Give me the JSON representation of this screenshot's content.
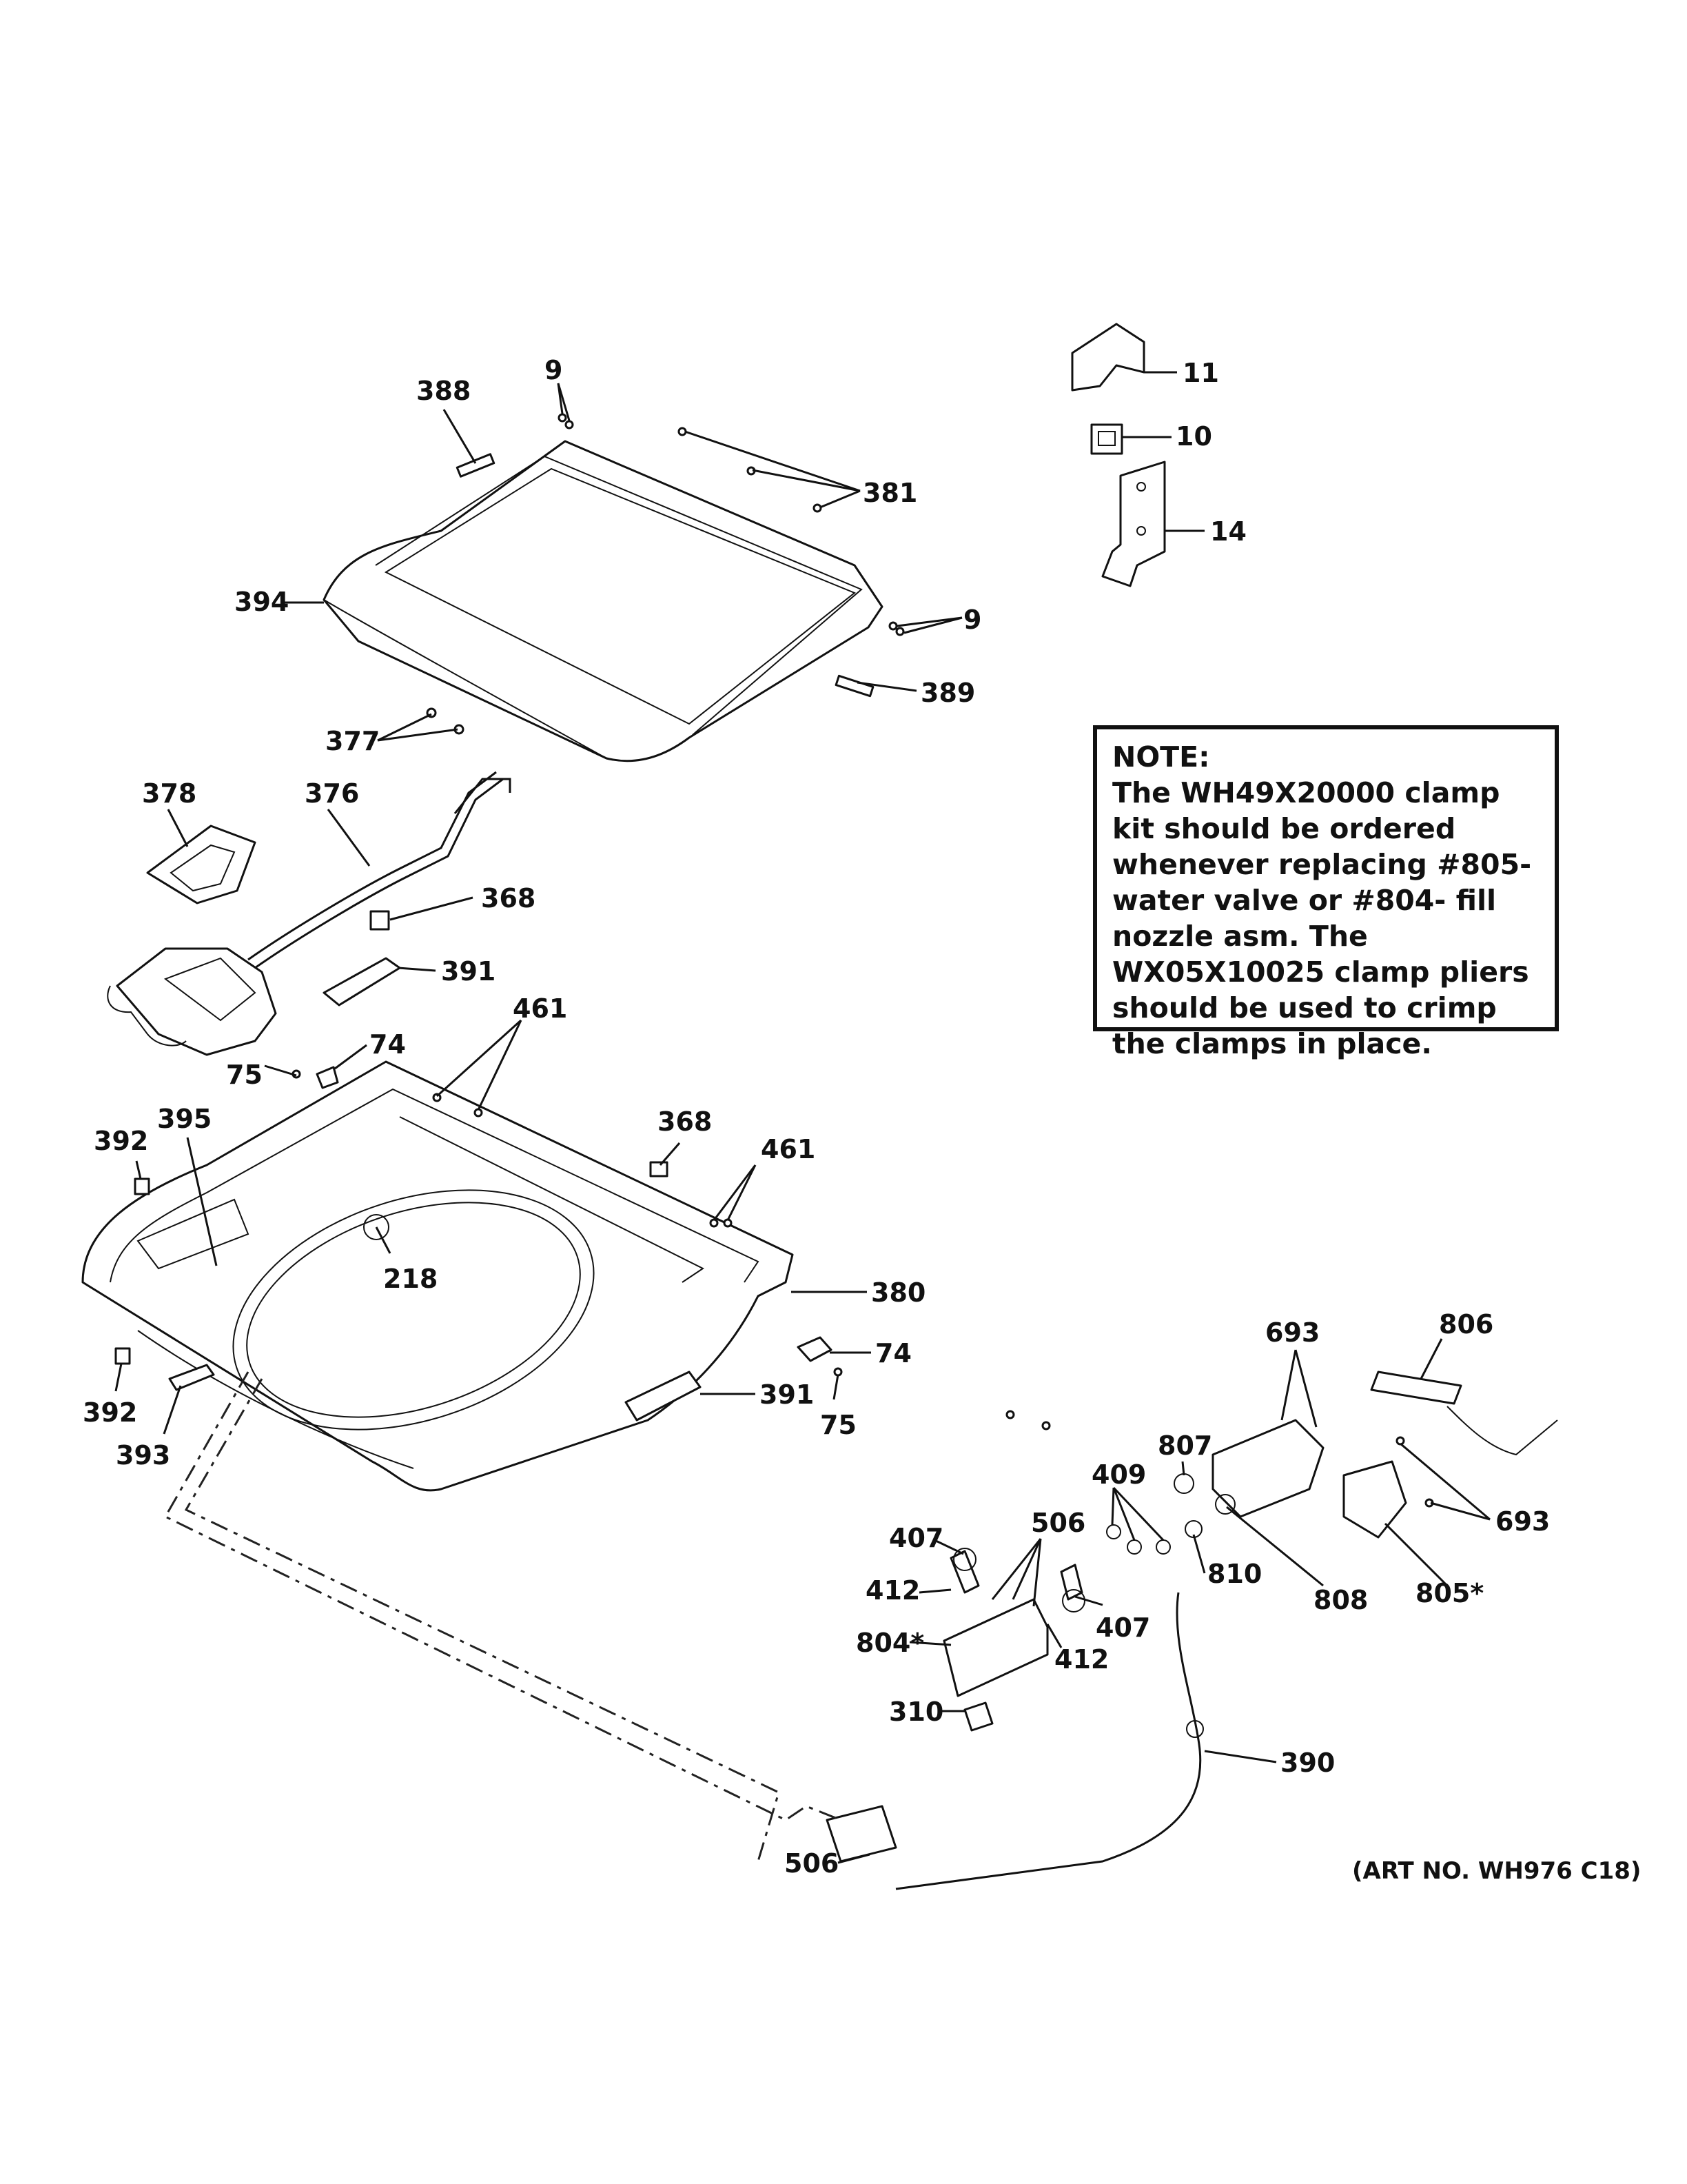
{
  "note": {
    "title": "NOTE:",
    "text": "The WH49X20000 clamp kit should be ordered whenever replacing #805- water valve or #804- fill nozzle asm. The WX05X10025 clamp pliers should be used to crimp the clamps in place."
  },
  "art_number": "(ART NO. WH976 C18)",
  "callouts": {
    "c9a": "9",
    "c388": "388",
    "c381": "381",
    "c394": "394",
    "c9b": "9",
    "c389": "389",
    "c11": "11",
    "c10": "10",
    "c14": "14",
    "c377": "377",
    "c378": "378",
    "c376": "376",
    "c368a": "368",
    "c391a": "391",
    "c461a": "461",
    "c74a": "74",
    "c75a": "75",
    "c392a": "392",
    "c395": "395",
    "c368b": "368",
    "c461b": "461",
    "c218": "218",
    "c380": "380",
    "c74b": "74",
    "c75b": "75",
    "c391b": "391",
    "c392b": "392",
    "c393": "393",
    "c693a": "693",
    "c806": "806",
    "c807": "807",
    "c409": "409",
    "c693b": "693",
    "c407a": "407",
    "c506a": "506",
    "c810": "810",
    "c808": "808",
    "c805": "805*",
    "c412a": "412",
    "c407b": "407",
    "c804": "804*",
    "c412b": "412",
    "c310": "310",
    "c390": "390",
    "c506b": "506"
  }
}
